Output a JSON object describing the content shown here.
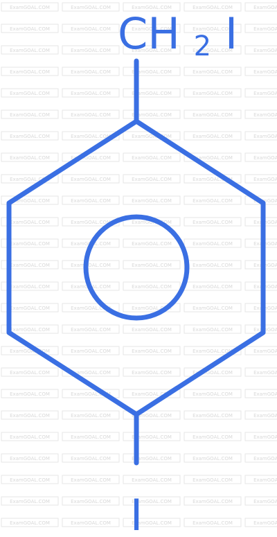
{
  "structure": {
    "top_substituent": {
      "prefix": "CH",
      "subscript": "2",
      "suffix": "I"
    },
    "bottom_substituent": "I"
  },
  "watermark": {
    "text": "ExamGOAL.COM"
  },
  "colors": {
    "bond": "#3a6fe3",
    "label": "#3a6fe3",
    "watermark": "#d8d8d8"
  }
}
